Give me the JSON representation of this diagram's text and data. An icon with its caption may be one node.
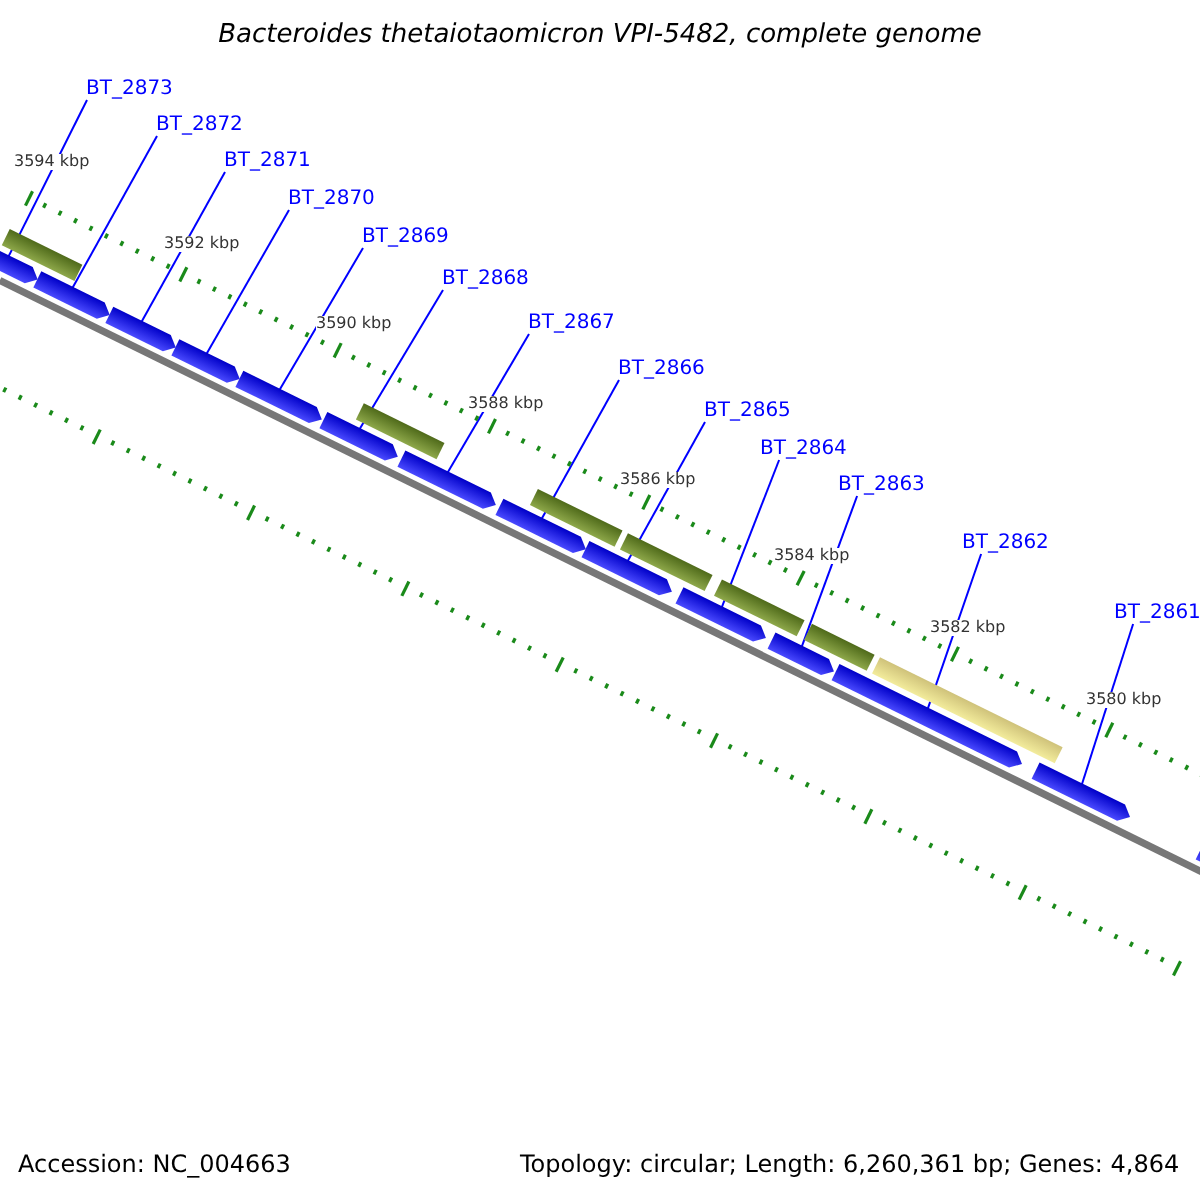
{
  "diagram": {
    "title": "Bacteroides thetaiotaomicron VPI-5482, complete genome",
    "nodes": [
      {
        "text": [
          "BT_2873"
        ]
      },
      {
        "text": [
          "BT_2872"
        ]
      },
      {
        "text": [
          "BT_2871"
        ]
      },
      {
        "text": [
          "BT_2870"
        ]
      },
      {
        "text": [
          "BT_2869"
        ]
      },
      {
        "text": [
          "BT_2868"
        ]
      },
      {
        "text": [
          "BT_2867"
        ]
      },
      {
        "text": [
          "BT_2866"
        ]
      },
      {
        "text": [
          "BT_2865"
        ]
      },
      {
        "text": [
          "BT_2864"
        ]
      },
      {
        "text": [
          "BT_2863"
        ]
      },
      {
        "text": [
          "BT_2862"
        ]
      },
      {
        "text": [
          "BT_2861"
        ]
      },
      {
        "text": [],
        "shape": "box"
      },
      {
        "text": [],
        "shape": "box"
      },
      {
        "text": [],
        "shape": "box"
      },
      {
        "text": [],
        "shape": "box"
      },
      {
        "text": [],
        "shape": "box"
      },
      {
        "text": [],
        "shape": "box"
      },
      {
        "text": [],
        "shape": "box"
      },
      {
        "text": [],
        "shape": "box"
      },
      {
        "text": [],
        "shape": "box"
      },
      {
        "text": [],
        "shape": "box"
      },
      {
        "text": [],
        "shape": "box"
      },
      {
        "text": [],
        "shape": "box"
      },
      {
        "text": [],
        "shape": "box"
      },
      {
        "text": [],
        "shape": "box"
      },
      {
        "text": [],
        "shape": "bar"
      },
      {
        "text": [],
        "shape": "bar"
      },
      {
        "text": [],
        "shape": "bar"
      },
      {
        "text": [],
        "shape": "bar"
      },
      {
        "text": [],
        "shape": "bar"
      },
      {
        "text": [],
        "shape": "bar"
      },
      {
        "text": [],
        "shape": "bar"
      }
    ],
    "edges": [
      {
        "from": 0,
        "to": 13,
        "arrow": "none"
      },
      {
        "from": 1,
        "to": 14,
        "arrow": "none"
      },
      {
        "from": 2,
        "to": 15,
        "arrow": "none"
      },
      {
        "from": 3,
        "to": 16,
        "arrow": "none"
      },
      {
        "from": 4,
        "to": 17,
        "arrow": "none"
      },
      {
        "from": 5,
        "to": 18,
        "arrow": "none"
      },
      {
        "from": 6,
        "to": 19,
        "arrow": "none"
      },
      {
        "from": 7,
        "to": 20,
        "arrow": "none"
      },
      {
        "from": 8,
        "to": 21,
        "arrow": "none"
      },
      {
        "from": 9,
        "to": 22,
        "arrow": "none"
      },
      {
        "from": 10,
        "to": 23,
        "arrow": "none"
      },
      {
        "from": 11,
        "to": 24,
        "arrow": "none"
      },
      {
        "from": 12,
        "to": 25,
        "arrow": "none"
      }
    ],
    "labels": [
      "3594 kbp",
      "3592 kbp",
      "3590 kbp",
      "3588 kbp",
      "3586 kbp",
      "3584 kbp",
      "3582 kbp",
      "3580 kbp",
      "Accession: NC_004663",
      "Topology: circular; Length: 6,260,361 bp; Genes: 4,864"
    ]
  }
}
